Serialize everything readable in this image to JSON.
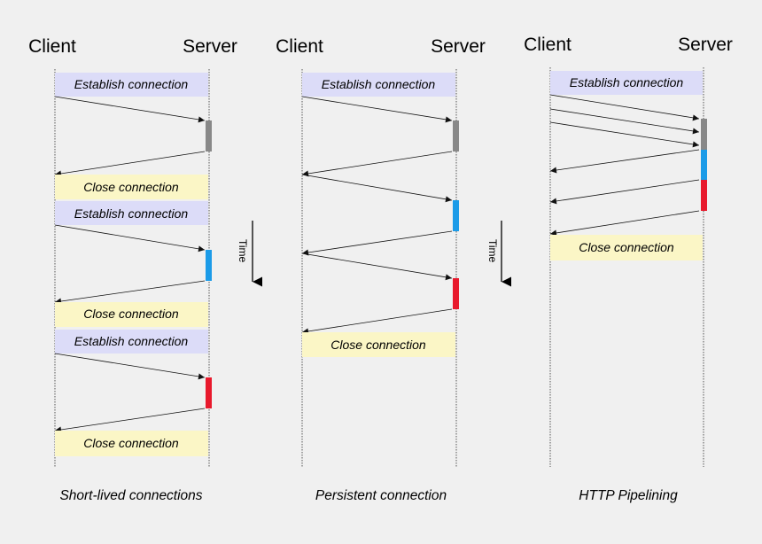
{
  "colors": {
    "background": "#f0f0f0",
    "establish_box": "#dcdcf8",
    "close_box": "#fbf6c6",
    "lifeline": "#555555",
    "arrow": "#111111",
    "request_1": "#888888",
    "request_2": "#1b9be8",
    "request_3": "#e8192c"
  },
  "columns": [
    {
      "client_label": "Client",
      "server_label": "Server",
      "caption": "Short-lived connections",
      "boxes": [
        {
          "kind": "establish",
          "label": "Establish connection"
        },
        {
          "kind": "close",
          "label": "Close connection"
        },
        {
          "kind": "establish",
          "label": "Establish connection"
        },
        {
          "kind": "close",
          "label": "Close connection"
        },
        {
          "kind": "establish",
          "label": "Establish connection"
        },
        {
          "kind": "close",
          "label": "Close connection"
        }
      ]
    },
    {
      "client_label": "Client",
      "server_label": "Server",
      "caption": "Persistent connection",
      "boxes": [
        {
          "kind": "establish",
          "label": "Establish connection"
        },
        {
          "kind": "close",
          "label": "Close connection"
        }
      ]
    },
    {
      "client_label": "Client",
      "server_label": "Server",
      "caption": "HTTP Pipelining",
      "boxes": [
        {
          "kind": "establish",
          "label": "Establish connection"
        },
        {
          "kind": "close",
          "label": "Close connection"
        }
      ]
    }
  ],
  "time_label": "Time"
}
